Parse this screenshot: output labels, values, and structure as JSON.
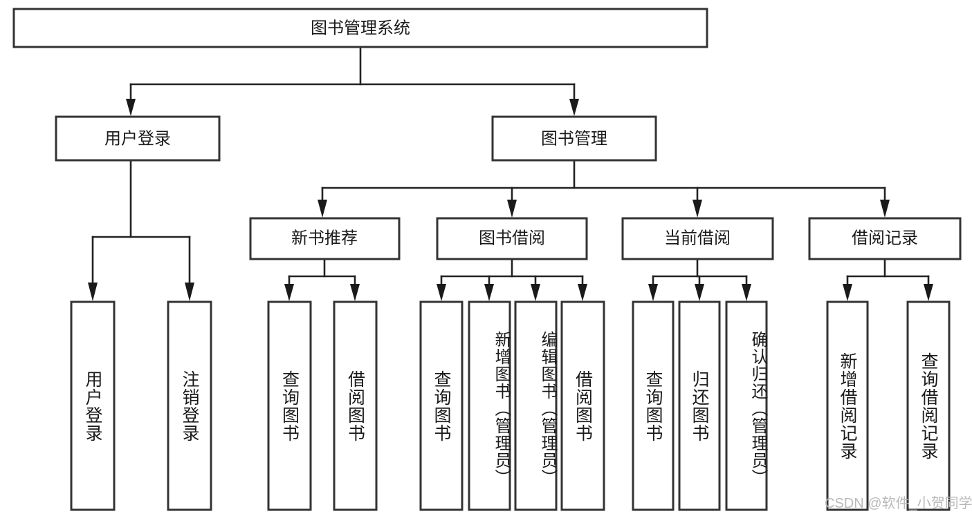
{
  "diagram": {
    "type": "tree-hierarchy",
    "title": "图书管理系统",
    "watermark": "CSDN @软件_小贺同学",
    "levels": {
      "root": {
        "id": "root",
        "label": "图书管理系统"
      },
      "level2": [
        {
          "id": "user-login",
          "label": "用户登录"
        },
        {
          "id": "book-manage",
          "label": "图书管理"
        }
      ],
      "level3": [
        {
          "id": "new-book-recommend",
          "label": "新书推荐",
          "parent": "book-manage"
        },
        {
          "id": "book-borrow",
          "label": "图书借阅",
          "parent": "book-manage"
        },
        {
          "id": "current-borrow",
          "label": "当前借阅",
          "parent": "book-manage"
        },
        {
          "id": "borrow-record",
          "label": "借阅记录",
          "parent": "book-manage"
        }
      ],
      "leaves": [
        {
          "id": "leaf-user-login",
          "label": "用户登录",
          "parent": "user-login"
        },
        {
          "id": "leaf-logout-login",
          "label": "注销登录",
          "parent": "user-login"
        },
        {
          "id": "leaf-query-book-1",
          "label": "查询图书",
          "parent": "new-book-recommend"
        },
        {
          "id": "leaf-borrow-book-1",
          "label": "借阅图书",
          "parent": "new-book-recommend"
        },
        {
          "id": "leaf-query-book-2",
          "label": "查询图书",
          "parent": "book-borrow"
        },
        {
          "id": "leaf-add-book",
          "label": "新增图书（管理员）",
          "parent": "book-borrow"
        },
        {
          "id": "leaf-edit-book",
          "label": "编辑图书（管理员）",
          "parent": "book-borrow"
        },
        {
          "id": "leaf-borrow-book-2",
          "label": "借阅图书",
          "parent": "book-borrow"
        },
        {
          "id": "leaf-query-book-3",
          "label": "查询图书",
          "parent": "current-borrow"
        },
        {
          "id": "leaf-return-book",
          "label": "归还图书",
          "parent": "current-borrow"
        },
        {
          "id": "leaf-confirm-return",
          "label": "确认归还（管理员）",
          "parent": "current-borrow"
        },
        {
          "id": "leaf-add-borrow-record",
          "label": "新增借阅记录",
          "parent": "borrow-record"
        },
        {
          "id": "leaf-query-borrow-record",
          "label": "查询借阅记录",
          "parent": "borrow-record"
        }
      ]
    },
    "colors": {
      "box_stroke": "#333333",
      "box_fill": "#ffffff",
      "connector": "#222222",
      "text": "#1a1a1a",
      "watermark": "#b9b9b9",
      "background": "#ffffff"
    }
  }
}
